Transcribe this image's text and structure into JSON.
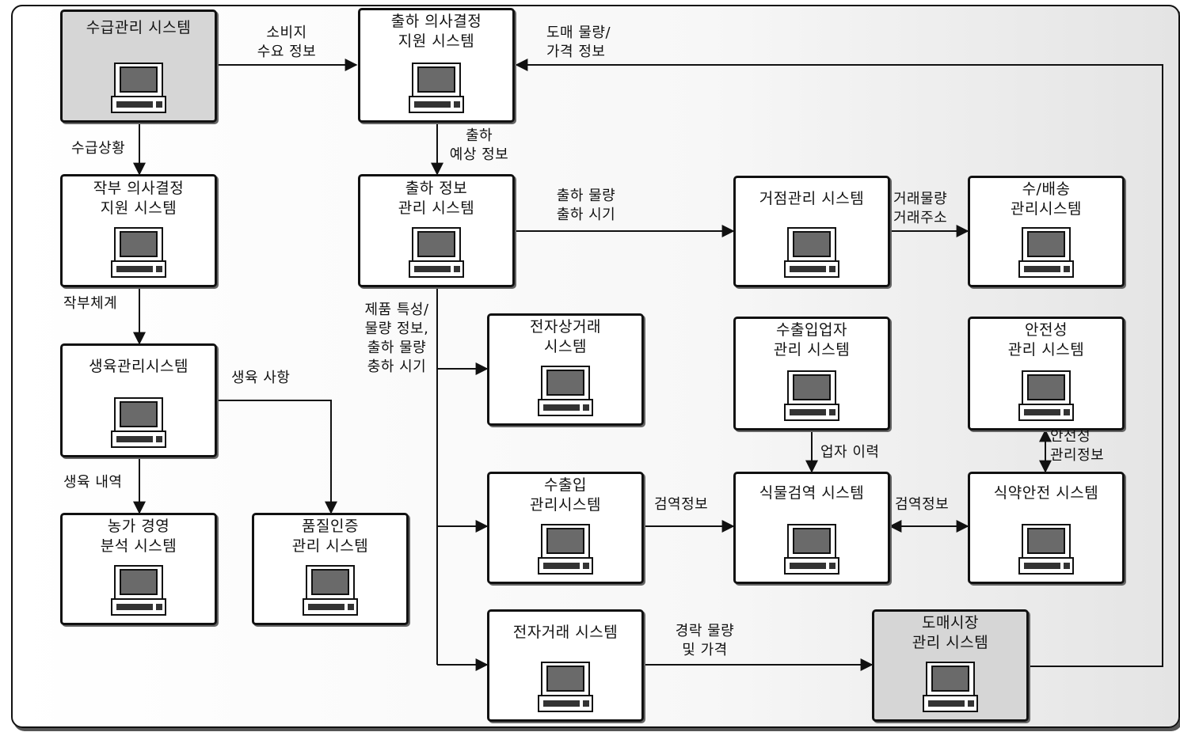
{
  "systems": {
    "supply_demand": "수급관리 시스템",
    "shipping_decision": "출하 의사결정\n지원 시스템",
    "crop_decision": "작부 의사결정\n지원 시스템",
    "shipping_info": "출하 정보\n관리 시스템",
    "hub_mgmt": "거점관리 시스템",
    "delivery": "수/배송\n관리시스템",
    "ecommerce": "전자상거래\n시스템",
    "importer_mgmt": "수출입업자\n관리 시스템",
    "safety_mgmt": "안전성\n관리 시스템",
    "growth_mgmt": "생육관리시스템",
    "farm_analysis": "농가 경영\n분석 시스템",
    "quality_cert": "품질인증\n관리 시스템",
    "import_export": "수출입\n관리시스템",
    "plant_quarantine": "식물검역 시스템",
    "food_drug_safety": "식약안전 시스템",
    "etrade": "전자거래 시스템",
    "wholesale_market": "도매시장\n관리 시스템"
  },
  "flows": {
    "consumer_demand": "소비지\n수요 정보",
    "wholesale_volume_price": "도매 물량/\n가격 정보",
    "supply_status": "수급상황",
    "shipping_forecast": "출하\n예상 정보",
    "shipping_volume_time": "출하 물량\n출하 시기",
    "trade_volume_address": "거래물량\n거래주소",
    "crop_system": "작부체계",
    "product_info": "제품 특성/\n물량 정보,\n출하 물량\n충하 시기",
    "growth_items": "생육 사항",
    "growth_history": "생육 내역",
    "trader_history": "업자 이력",
    "safety_info": "안전성\n관리정보",
    "quarantine_info_1": "검역정보",
    "quarantine_info_2": "검역정보",
    "auction_volume_price": "경락 물량\n및 가격"
  }
}
